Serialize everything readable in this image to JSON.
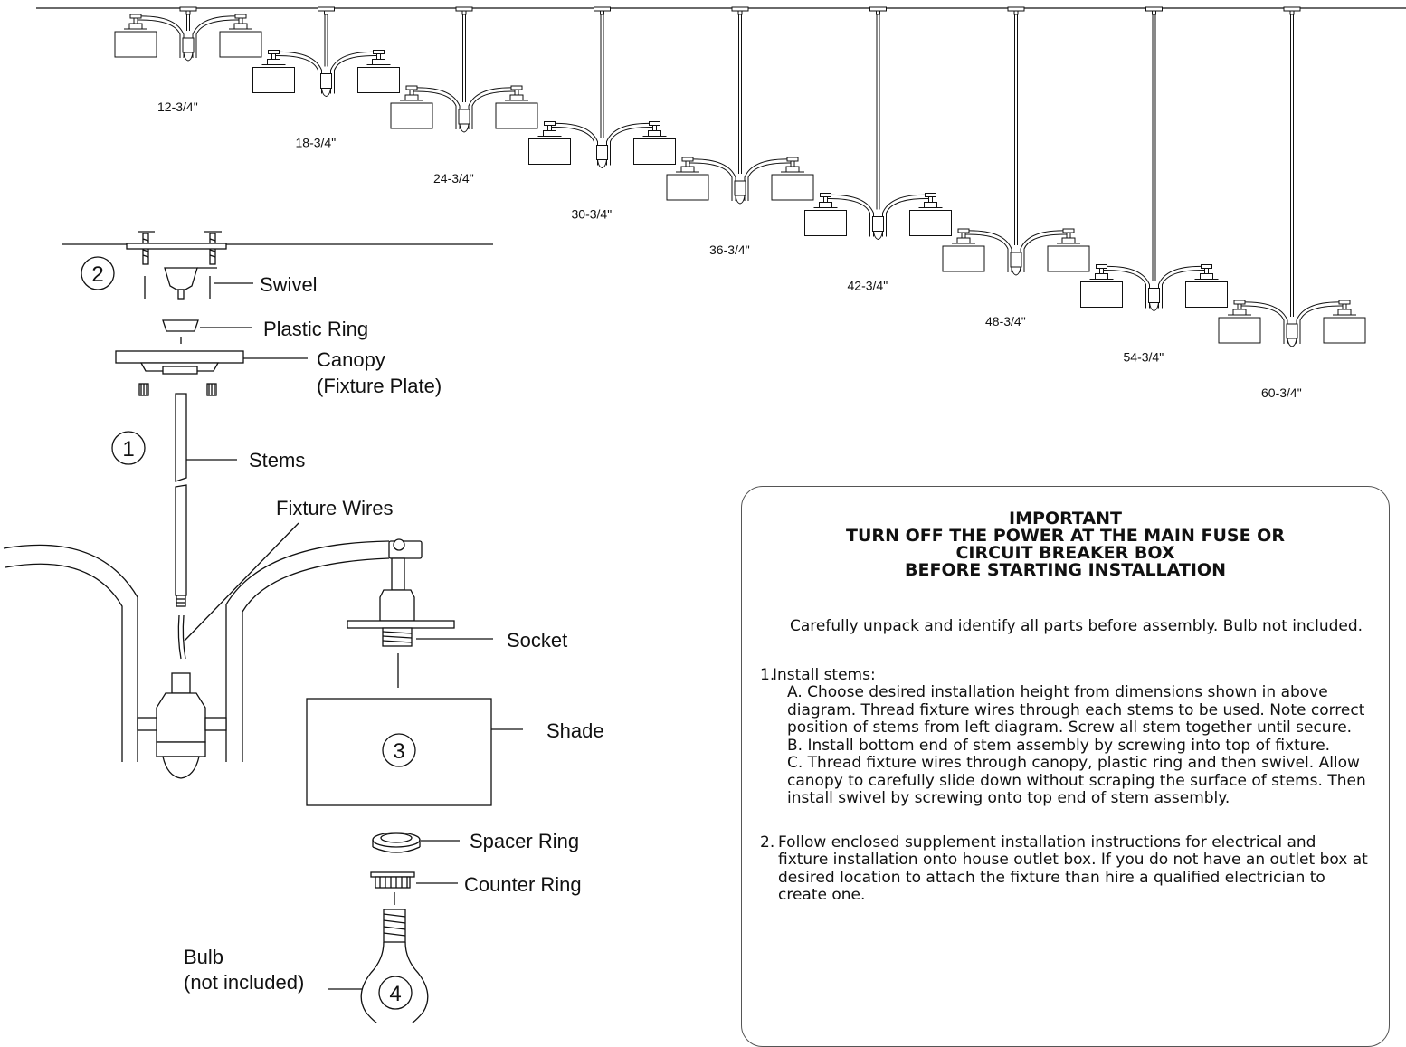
{
  "heights": [
    "12-3/4\"",
    "18-3/4\"",
    "24-3/4\"",
    "30-3/4\"",
    "36-3/4\"",
    "42-3/4\"",
    "48-3/4\"",
    "54-3/4\"",
    "60-3/4\""
  ],
  "parts": {
    "swivel": "Swivel",
    "plastic_ring": "Plastic Ring",
    "canopy_1": "Canopy",
    "canopy_2": "(Fixture Plate)",
    "stems": "Stems",
    "fixture_wires": "Fixture Wires",
    "socket": "Socket",
    "shade": "Shade",
    "spacer_ring": "Spacer Ring",
    "counter_ring": "Counter Ring",
    "bulb_1": "Bulb",
    "bulb_2": "(not included)"
  },
  "step_numbers": {
    "stems": "1",
    "swivel": "2",
    "shade": "3",
    "bulb": "4"
  },
  "notice": {
    "heading": [
      "IMPORTANT",
      "TURN OFF THE POWER AT THE MAIN FUSE OR",
      "CIRCUIT BREAKER BOX",
      "BEFORE STARTING INSTALLATION"
    ],
    "intro": "Carefully unpack and identify all parts before assembly.  Bulb not included.",
    "step1_num": "1.",
    "step1_title": "Install stems:",
    "step1_a": "A.  Choose desired installation height from dimensions shown in above diagram. Thread fixture wires through each stems to be used. Note correct position of stems from left diagram. Screw all stem together until secure.",
    "step1_b": "B.  Install bottom end of stem assembly by screwing into top of fixture.",
    "step1_c": "C.  Thread fixture wires through canopy, plastic ring and then swivel. Allow canopy to carefully slide down without scraping the surface of stems. Then install swivel by screwing onto top end of stem assembly.",
    "step2_num": "2.",
    "step2": "Follow enclosed supplement installation instructions for electrical and fixture installation onto house outlet box. If you do not have an outlet box at desired location to attach the fixture than hire a qualified electrician to create one."
  }
}
